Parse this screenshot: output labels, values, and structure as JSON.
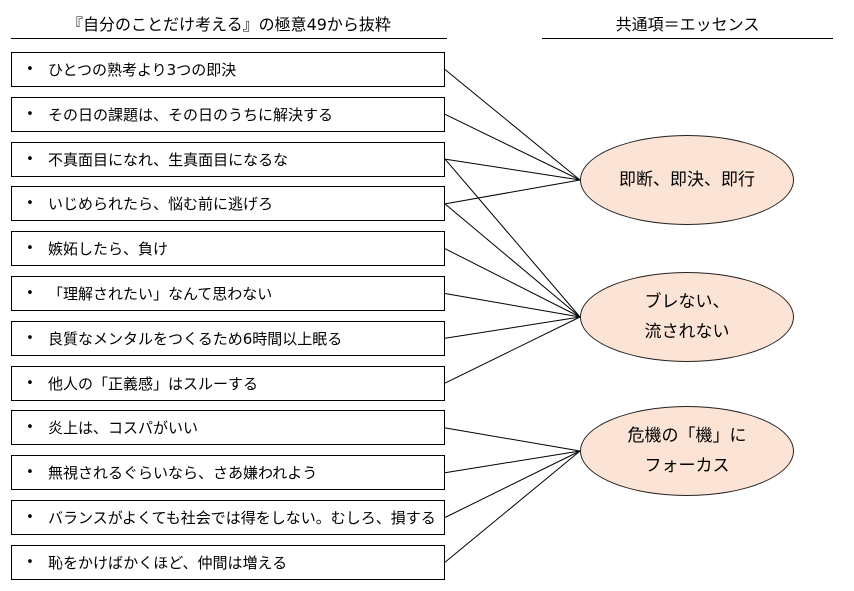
{
  "headers": {
    "left": "『自分のことだけ考える』の極意49から抜粋",
    "right": "共通項＝エッセンス"
  },
  "bullet_char": "•",
  "items": [
    {
      "text": "ひとつの熟考より3つの即決"
    },
    {
      "text": "その日の課題は、その日のうちに解決する"
    },
    {
      "text": "不真面目になれ、生真面目になるな"
    },
    {
      "text": "いじめられたら、悩む前に逃げろ"
    },
    {
      "text": "嫉妬したら、負け"
    },
    {
      "text": "「理解されたい」なんて思わない"
    },
    {
      "text": "良質なメンタルをつくるため6時間以上眠る"
    },
    {
      "text": "他人の「正義感」はスルーする"
    },
    {
      "text": "炎上は、コスパがいい"
    },
    {
      "text": "無視されるぐらいなら、さあ嫌われよう"
    },
    {
      "text": "バランスがよくても社会では得をしない。むしろ、損する"
    },
    {
      "text": "恥をかけばかくほど、仲間は増える"
    }
  ],
  "essences": [
    {
      "lines": [
        "即断、即決、即行"
      ]
    },
    {
      "lines": [
        "ブレない、",
        "流されない"
      ]
    },
    {
      "lines": [
        "危機の「機」に",
        "フォーカス"
      ]
    }
  ],
  "links": [
    {
      "item": 0,
      "essence": 0
    },
    {
      "item": 1,
      "essence": 0
    },
    {
      "item": 2,
      "essence": 0
    },
    {
      "item": 2,
      "essence": 1
    },
    {
      "item": 3,
      "essence": 0
    },
    {
      "item": 3,
      "essence": 1
    },
    {
      "item": 4,
      "essence": 1
    },
    {
      "item": 5,
      "essence": 1
    },
    {
      "item": 6,
      "essence": 1
    },
    {
      "item": 7,
      "essence": 1
    },
    {
      "item": 8,
      "essence": 2
    },
    {
      "item": 9,
      "essence": 2
    },
    {
      "item": 10,
      "essence": 2
    },
    {
      "item": 11,
      "essence": 2
    }
  ],
  "colors": {
    "essence_fill": "#fbe4d5",
    "line": "#000000"
  }
}
